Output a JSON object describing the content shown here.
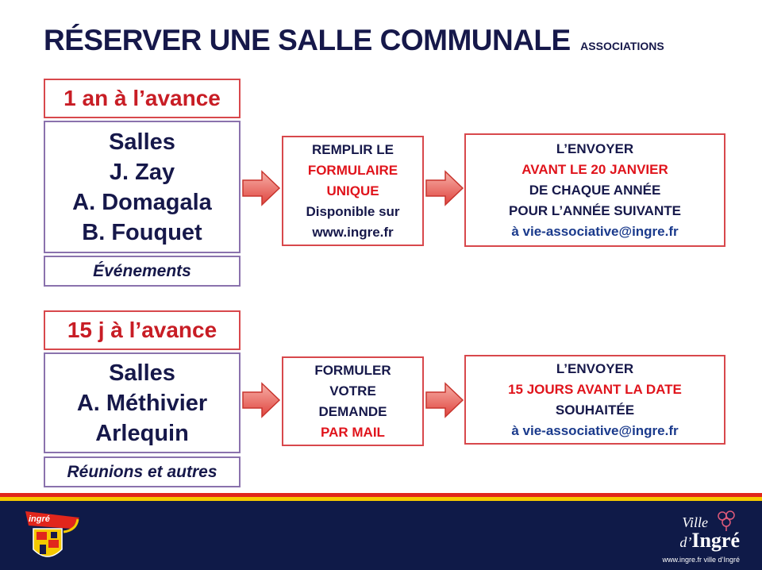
{
  "header": {
    "title": "RÉSERVER UNE SALLE COMMUNALE",
    "subtitle": "ASSOCIATIONS"
  },
  "section1": {
    "delay": "1 an à l’avance",
    "rooms": [
      "Salles",
      "J. Zay",
      "A. Domagala",
      "B. Fouquet"
    ],
    "category": "Événements",
    "step1": [
      "REMPLIR LE",
      "FORMULAIRE",
      "UNIQUE",
      "Disponible sur",
      "www.ingre.fr"
    ],
    "step2": [
      "L’ENVOYER",
      "AVANT LE 20 JANVIER",
      "DE CHAQUE ANNÉE",
      "POUR L’ANNÉE SUIVANTE",
      "à vie-associative@ingre.fr"
    ]
  },
  "section2": {
    "delay": "15 j à l’avance",
    "rooms": [
      "Salles",
      "A. Méthivier",
      "Arlequin"
    ],
    "category": "Réunions et autres",
    "step1": [
      "FORMULER",
      "VOTRE",
      "DEMANDE",
      "PAR MAIL"
    ],
    "step2": [
      "L’ENVOYER",
      "15 JOURS AVANT LA DATE",
      "SOUHAITÉE",
      "à vie-associative@ingre.fr"
    ]
  },
  "footer": {
    "brand_ville": "Ville",
    "brand_prefix": "d’",
    "brand_name": "Ingré",
    "links": "www.ingre.fr  ville d’Ingré",
    "logo_text": "ingré"
  },
  "colors": {
    "navy": "#16184a",
    "red": "#e0141c",
    "blue": "#1a3a8c",
    "footer": "#0f1a48",
    "stripe_red": "#e1261c",
    "stripe_yellow": "#f5c800"
  }
}
